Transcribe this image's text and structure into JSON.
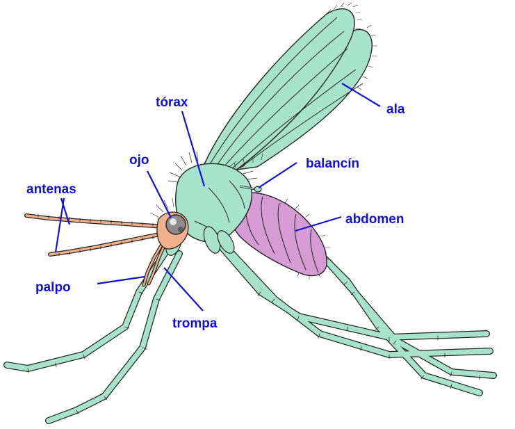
{
  "colors": {
    "body_green": "#a7e2cd",
    "abdomen_pink": "#d69ad4",
    "head_orange": "#f0b08c",
    "label_blue": "#1010dd",
    "outline": "#222222"
  },
  "labels": {
    "ala": "ala",
    "torax": "tórax",
    "ojo": "ojo",
    "balancin": "balancín",
    "antenas": "antenas",
    "abdomen": "abdomen",
    "palpo": "palpo",
    "trompa": "trompa"
  }
}
